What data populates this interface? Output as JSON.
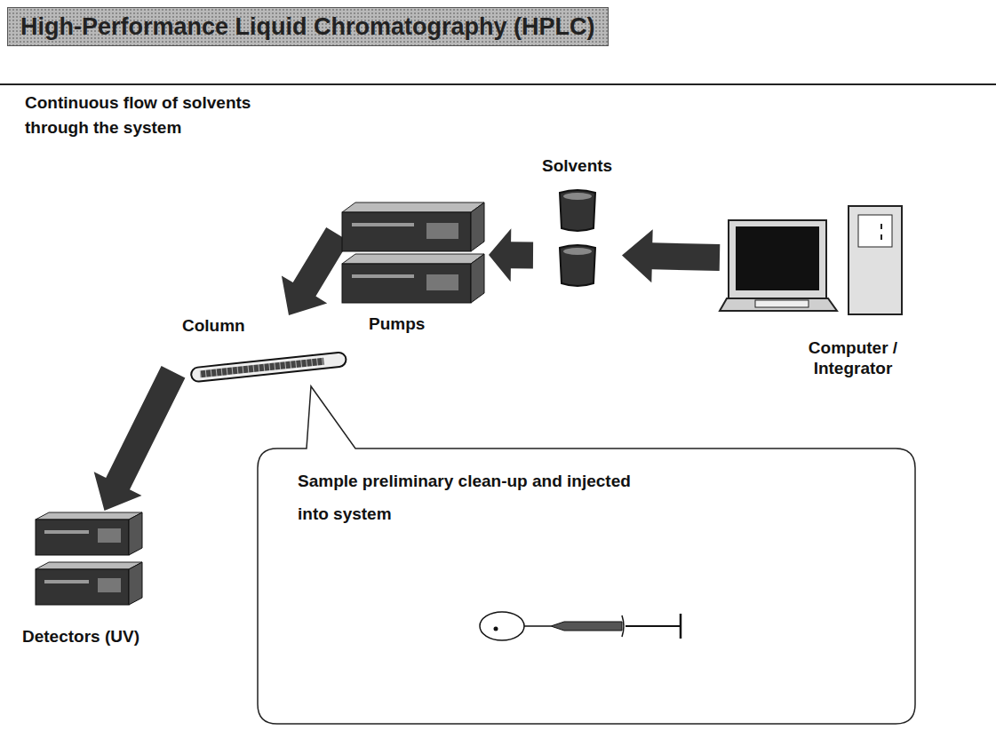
{
  "diagram": {
    "title": "High-Performance Liquid Chromatography (HPLC)",
    "nodes": [
      {
        "text": [
          "Computer / Integrator"
        ]
      },
      {
        "text": [
          "Solvents"
        ]
      },
      {
        "text": [
          "Pumps"
        ]
      },
      {
        "text": [
          "Column"
        ]
      },
      {
        "text": [
          "Detectors (UV)"
        ]
      },
      {
        "text": [
          "Sample preliminary clean-up and injected into system"
        ]
      }
    ],
    "edges": [
      {
        "from": 0,
        "to": 1,
        "arrow": "to"
      },
      {
        "from": 1,
        "to": 2,
        "arrow": "to"
      },
      {
        "from": 2,
        "to": 3,
        "arrow": "to"
      },
      {
        "from": 3,
        "to": 4,
        "arrow": "to"
      }
    ],
    "labels": [
      "Continuous flow of solvents through the system"
    ]
  }
}
